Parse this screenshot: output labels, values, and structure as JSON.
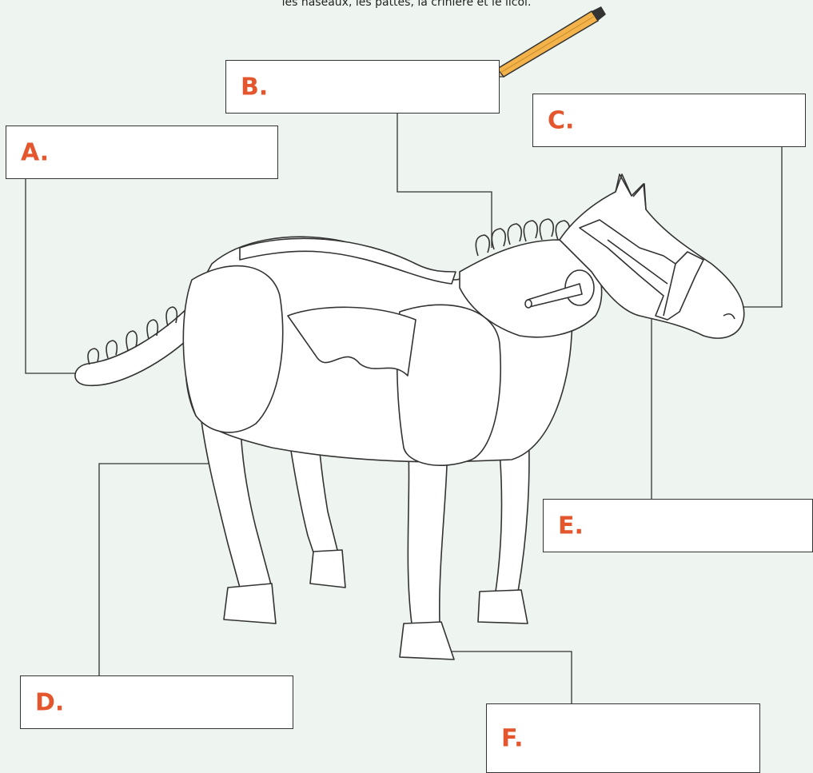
{
  "instruction": "les naseaux, les pattes, la crinière et le licol.",
  "labels": {
    "a": "A.",
    "b": "B.",
    "c": "C.",
    "d": "D.",
    "e": "E.",
    "f": "F."
  },
  "colors": {
    "background": "#eef4ef",
    "label_letter": "#e4572e",
    "pencil_body": "#f3b34a",
    "line": "#333333"
  },
  "icons": [
    "pencil-icon"
  ]
}
